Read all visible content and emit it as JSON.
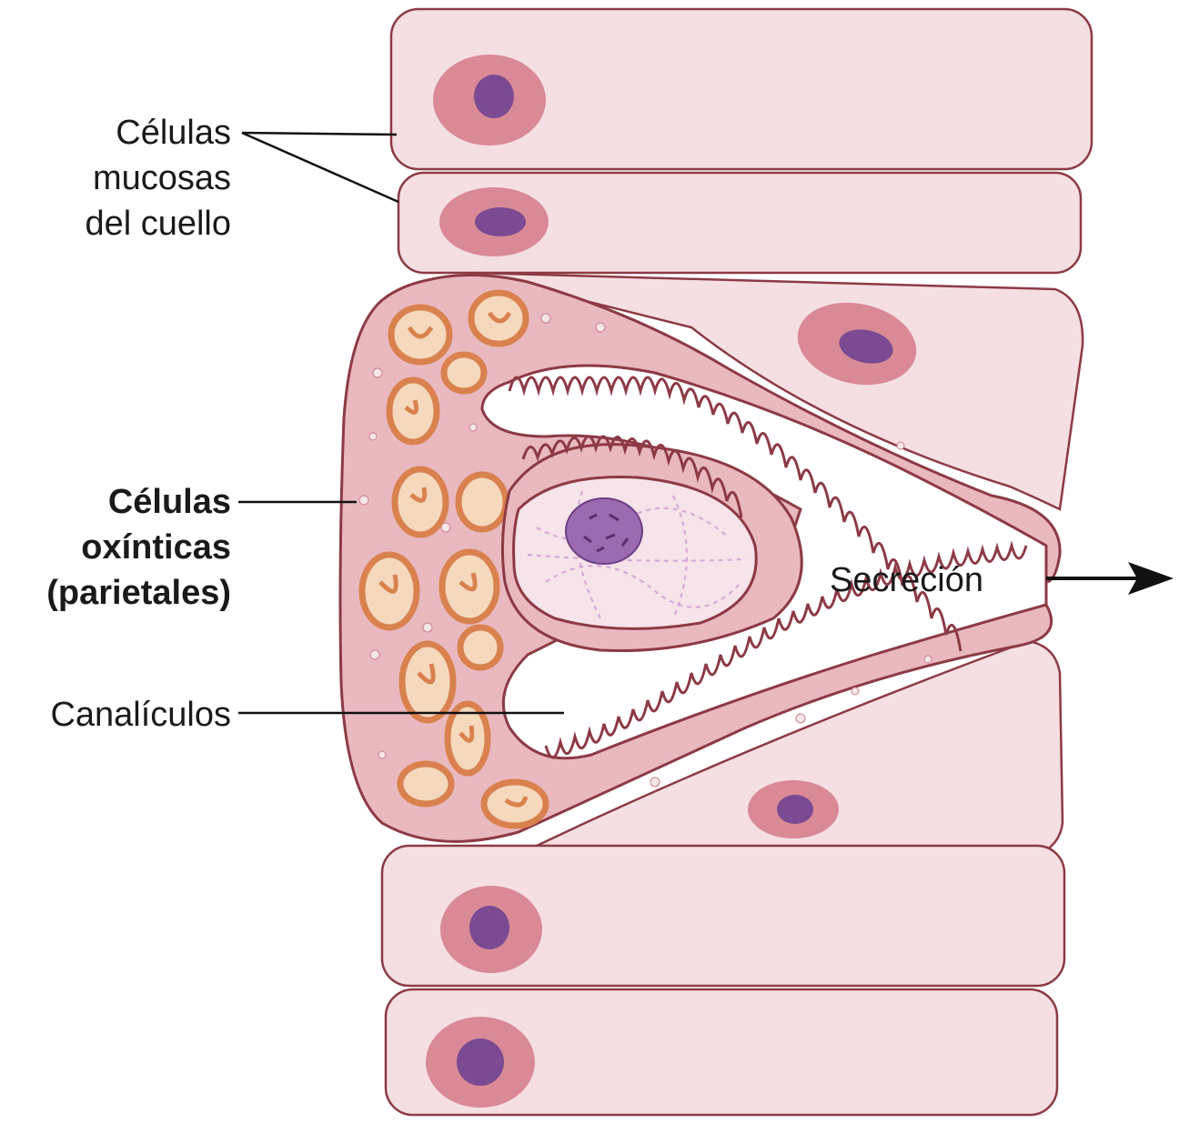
{
  "labels": {
    "neck_cells": [
      "Células",
      "mucosas",
      "del cuello"
    ],
    "oxyntic_cells": [
      "Células",
      "oxínticas",
      "(parietales)"
    ],
    "canaliculi": "Canalículos",
    "secretion": "Secreción"
  },
  "colors": {
    "cell_fill": "#f6dfe3",
    "cell_outline": "#8c3a45",
    "nucleus_halo": "#d98a96",
    "nucleus": "#7b4a92",
    "parietal_cytoplasm": "#eab8bf",
    "mitochondria": "#d9824f",
    "canaliculus_lumen": "#ffffff",
    "label_text": "#1a1a1a"
  }
}
